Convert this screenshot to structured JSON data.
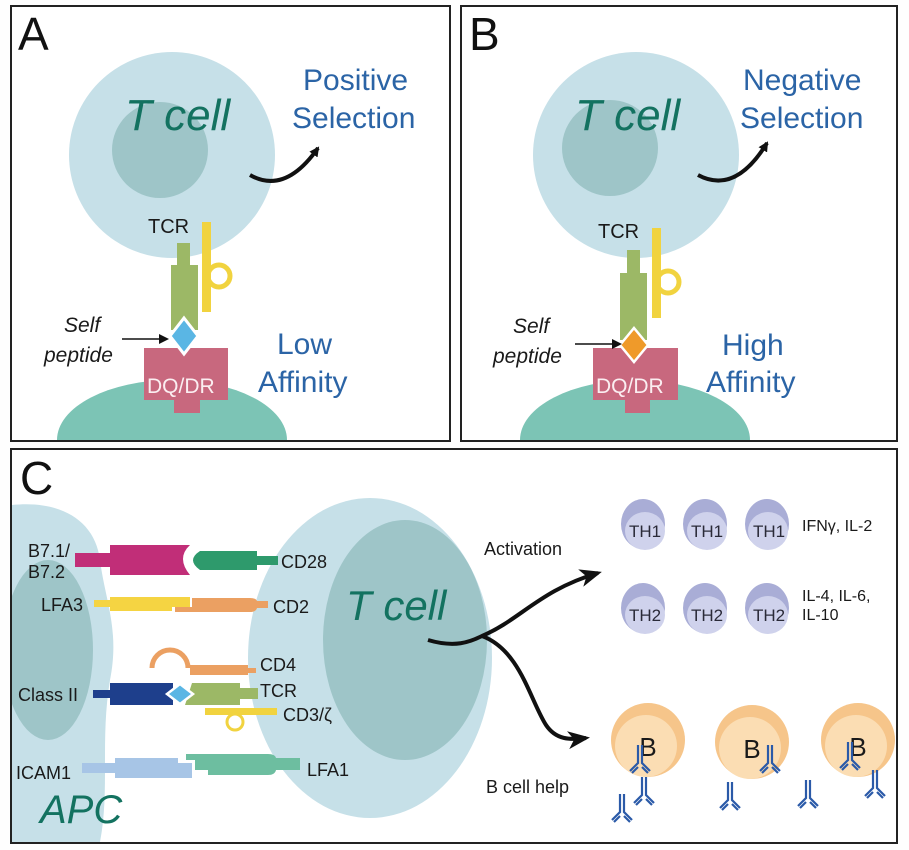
{
  "colors": {
    "cell_outer": "#c6e0e8",
    "cell_nucleus": "#9ec5c8",
    "apc_base": "#7cc4b5",
    "mhc": "#c8687e",
    "tcr": "#9cb866",
    "cd3": "#f1d33f",
    "peptide_low": "#5ab6e4",
    "peptide_high": "#ef9a2a",
    "selection_text": "#2b64a6",
    "tcell_text": "#137260",
    "b7": "#c12e78",
    "cd28": "#2e9a6c",
    "lfa3": "#f5d442",
    "cd2": "#eba062",
    "cd4": "#eba062",
    "class2": "#1e3f8c",
    "icam1": "#a7c5e6",
    "lfa1": "#6dbea0",
    "th_outer": "#a9add6",
    "th_inner": "#cfd2ec",
    "b_outer": "#f6c58a",
    "b_inner": "#fbddb3",
    "antibody": "#2b5aa8"
  },
  "panel_a": {
    "letter": "A",
    "cell_label": "T cell",
    "outcome_line1": "Positive",
    "outcome_line2": "Selection",
    "tcr_label": "TCR",
    "peptide_line1": "Self",
    "peptide_line2": "peptide",
    "mhc_label": "DQ/DR",
    "affinity_line1": "Low",
    "affinity_line2": "Affinity"
  },
  "panel_b": {
    "letter": "B",
    "cell_label": "T cell",
    "outcome_line1": "Negative",
    "outcome_line2": "Selection",
    "tcr_label": "TCR",
    "peptide_line1": "Self",
    "peptide_line2": "peptide",
    "mhc_label": "DQ/DR",
    "affinity_line1": "High",
    "affinity_line2": "Affinity"
  },
  "panel_c": {
    "letter": "C",
    "apc_label": "APC",
    "tcell_label": "T cell",
    "apc_molecules": [
      "B7.1/",
      "B7.2",
      "LFA3",
      "Class II",
      "ICAM1"
    ],
    "tcell_molecules": [
      "CD28",
      "CD2",
      "CD4",
      "TCR",
      "CD3/ζ",
      "LFA1"
    ],
    "activation_label": "Activation",
    "bcell_help_label": "B cell help",
    "th1_cells": [
      "TH1",
      "TH1",
      "TH1"
    ],
    "th2_cells": [
      "TH2",
      "TH2",
      "TH2"
    ],
    "th1_cytokines": "IFNγ, IL-2",
    "th2_cytokines_line1": "IL-4, IL-6,",
    "th2_cytokines_line2": "IL-10",
    "b_cells": [
      "B",
      "B",
      "B"
    ]
  }
}
